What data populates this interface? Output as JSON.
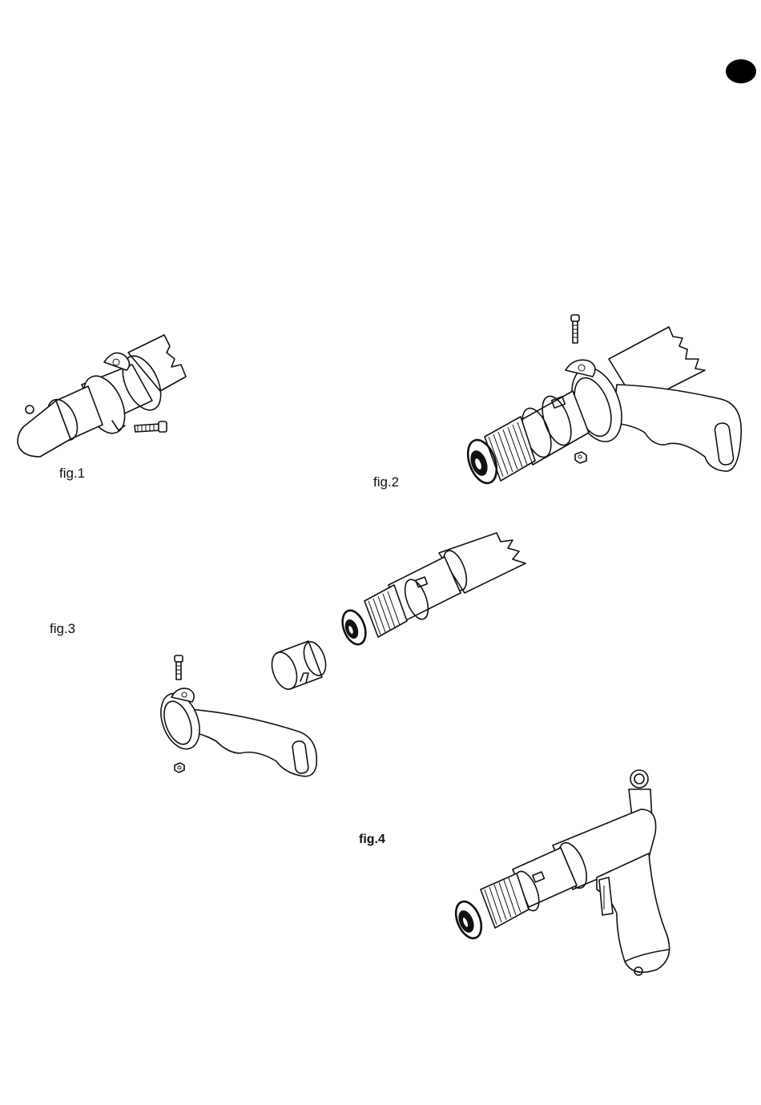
{
  "figures": {
    "fig1": {
      "label": "fig.1"
    },
    "fig2": {
      "label": "fig.2"
    },
    "fig3": {
      "label": "fig.3"
    },
    "fig4": {
      "label": "fig.4"
    }
  },
  "colors": {
    "ink": "#111111",
    "paper": "#ffffff"
  }
}
